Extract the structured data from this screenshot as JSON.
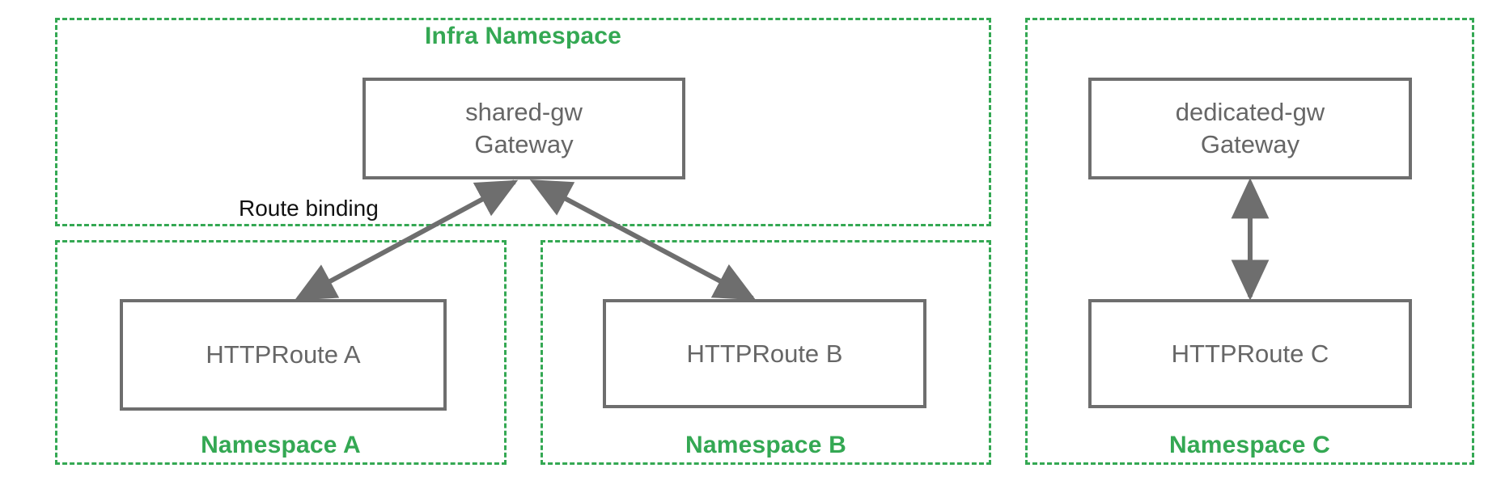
{
  "diagram": {
    "title_hidden": "",
    "colors": {
      "namespace_border": "#34a853",
      "namespace_label": "#34a853",
      "resource_border": "#6e6e6e",
      "resource_text": "#666666",
      "arrow": "#6e6e6e",
      "plain_label": "#111111",
      "background": "#ffffff"
    },
    "namespaces": [
      {
        "id": "infra",
        "label": "Infra Namespace",
        "label_position": "top"
      },
      {
        "id": "namespace-a",
        "label": "Namespace A",
        "label_position": "bottom"
      },
      {
        "id": "namespace-b",
        "label": "Namespace B",
        "label_position": "bottom"
      },
      {
        "id": "namespace-c",
        "label": "Namespace C",
        "label_position": "bottom"
      }
    ],
    "resources": [
      {
        "id": "shared-gw",
        "name": "shared-gw",
        "kind": "Gateway",
        "namespace": "infra"
      },
      {
        "id": "dedicated-gw",
        "name": "dedicated-gw",
        "kind": "Gateway",
        "namespace": "namespace-c"
      },
      {
        "id": "httproute-a",
        "name": "HTTPRoute A",
        "kind": "HTTPRoute",
        "namespace": "namespace-a"
      },
      {
        "id": "httproute-b",
        "name": "HTTPRoute B",
        "kind": "HTTPRoute",
        "namespace": "namespace-b"
      },
      {
        "id": "httproute-c",
        "name": "HTTPRoute C",
        "kind": "HTTPRoute",
        "namespace": "namespace-c"
      }
    ],
    "edges": [
      {
        "id": "edge-a",
        "from": "shared-gw",
        "to": "httproute-a",
        "label": "Route binding",
        "arrowheads": "both"
      },
      {
        "id": "edge-b",
        "from": "shared-gw",
        "to": "httproute-b",
        "label": "",
        "arrowheads": "both"
      },
      {
        "id": "edge-c",
        "from": "dedicated-gw",
        "to": "httproute-c",
        "label": "",
        "arrowheads": "both"
      }
    ],
    "edge_labels": {
      "route_binding": "Route binding"
    }
  }
}
